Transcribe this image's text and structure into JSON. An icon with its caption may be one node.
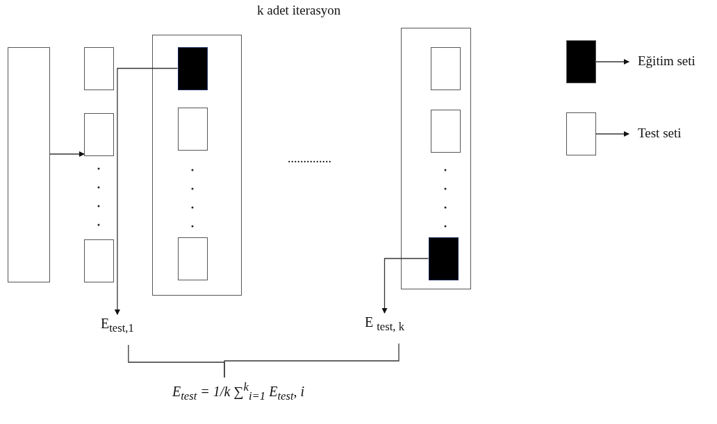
{
  "diagram": {
    "title": "k adet iterasyon",
    "nodes": [
      {
        "text": [],
        "shape": "box"
      },
      {
        "text": [],
        "shape": "box"
      },
      {
        "text": [],
        "shape": "box"
      },
      {
        "text": [],
        "shape": "box"
      },
      {
        "text": [],
        "shape": "box"
      },
      {
        "text": [],
        "shape": "box",
        "in": 4
      },
      {
        "text": [],
        "shape": "box",
        "in": 4
      },
      {
        "text": [],
        "shape": "box",
        "in": 4
      },
      {
        "text": [],
        "shape": "box"
      },
      {
        "text": [],
        "shape": "box",
        "in": 8
      },
      {
        "text": [],
        "shape": "box",
        "in": 8
      },
      {
        "text": [],
        "shape": "box",
        "in": 8
      },
      {
        "text": [
          "E$_{test,1}$"
        ]
      },
      {
        "text": [
          "E $_{test, k}$"
        ]
      },
      {
        "text": [
          "E$_{test}$ = 1/k ∑$^{k}$$_{i=1}$ E$_{test}$, i"
        ]
      }
    ],
    "edges": [
      {
        "from": 0,
        "to": 2,
        "arrow": "to"
      },
      {
        "from": 5,
        "to": 12,
        "arrow": "to"
      },
      {
        "from": 11,
        "to": 13,
        "arrow": "to"
      },
      {
        "from": 12,
        "to": 14,
        "arrow": "none"
      },
      {
        "from": 13,
        "to": 14,
        "arrow": "none"
      }
    ],
    "labels": [
      ".............."
    ],
    "legend": [
      {
        "text": "Eğitim seti",
        "color": "#000000"
      },
      {
        "text": "Test seti",
        "color": "#ffffff"
      }
    ]
  }
}
